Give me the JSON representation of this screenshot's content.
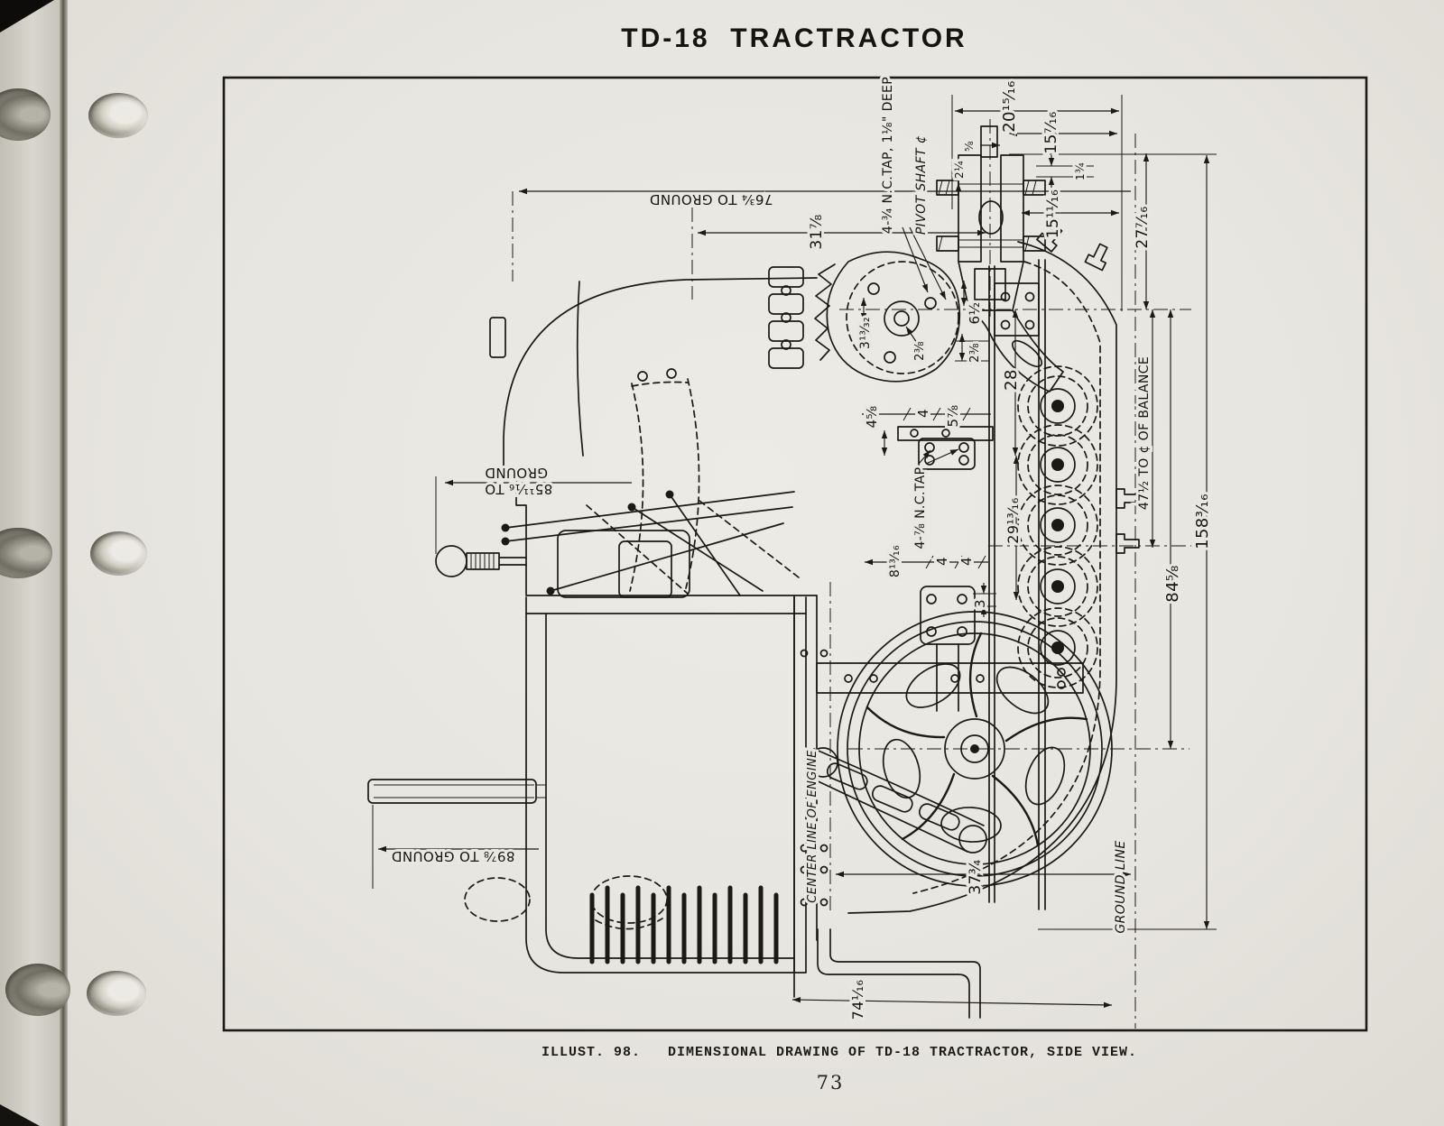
{
  "page": {
    "title": "TD-18  TRACTRACTOR",
    "caption": "ILLUST. 98.   DIMENSIONAL DRAWING OF TD-18 TRACTRACTOR, SIDE VIEW.",
    "page_number": "73"
  },
  "dims": {
    "d20_15_16": "20¹⁵⁄₁₆",
    "d15_7_16": "15⁷⁄₁₆",
    "d5_8": "⅝",
    "d2_1_4": "2¼",
    "d1_3_4": "1¾",
    "d15_11_16": "15¹¹⁄₁₆",
    "d27_7_16": "27⁷⁄₁₆",
    "d31_7_8": "31⅞",
    "d76_3_4": "76¾  TO GROUND",
    "d85_11_16_line1": "85¹¹⁄₁₆ TO",
    "d85_11_16_line2": "GROUND",
    "d6_1_2": "6½",
    "d3_13_32": "3¹³⁄₃₂",
    "d2_3_8_a": "2⅜",
    "d2_3_8_b": "2⅜",
    "d28": "28",
    "d4_5_8": "4⅝",
    "d4_a": "4",
    "d5_7_8": "5⅞",
    "d29_13_16": "29¹³⁄₁₆",
    "d47_1_2": "47½ TO ¢ OF BALANCE",
    "d158_3_16": "158³⁄₁₆",
    "d84_5_8": "84⅝",
    "d8_13_16": "8¹³⁄₁₆",
    "d4_b": "4",
    "d4_c": "4",
    "d3": "3",
    "d89_7_8": "89⅞ TO GROUND",
    "d37_3_4": "37¾",
    "d74_1_16": "74¹⁄₁₆"
  },
  "annotations": {
    "pivot_shaft": "PIVOT SHAFT ¢",
    "nc_tap_34": "4-¾ N.C.TAP, 1⅛\" DEEP",
    "nc_tap_78": "4-⅞ N.C.TAP",
    "center_line_engine": "CENTER LINE OF ENGINE",
    "ground_line": "GROUND LINE"
  }
}
